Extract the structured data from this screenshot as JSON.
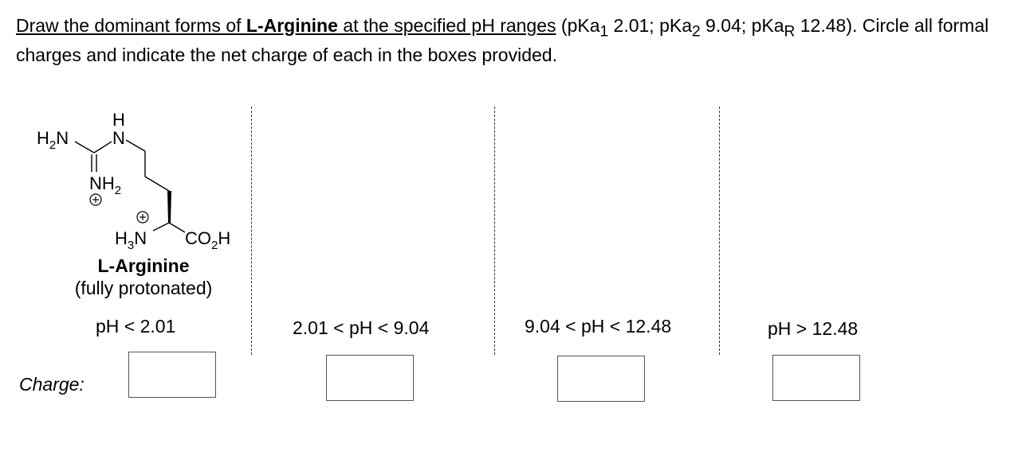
{
  "instructions": {
    "part1": "Draw the dominant forms of ",
    "part2": "L-Arginine",
    "part3": " at the specified pH ranges",
    "part4": " (pKa",
    "sub1": "1",
    "part5": " 2.01; pKa",
    "sub2": "2",
    "part6": " 9.04; pKa",
    "subR": "R",
    "part7": " 12.48). Circle all formal charges and indicate the net charge of each in the boxes provided."
  },
  "molecule": {
    "atom_h2n": "H",
    "atom_h2n_sub": "2",
    "atom_h2n_n": "N",
    "atom_h": "H",
    "atom_n": "N",
    "atom_nh2": "NH",
    "atom_nh2_sub": "2",
    "atom_h3n": "H",
    "atom_h3n_sub": "3",
    "atom_h3n_n": "N",
    "atom_co2h": "CO",
    "atom_co2h_sub": "2",
    "atom_co2h_h": "H",
    "plus": "+",
    "name": "L-Arginine",
    "state": "(fully protonated)"
  },
  "ph_ranges": [
    "pH < 2.01",
    "2.01 < pH < 9.04",
    "9.04 < pH < 12.48",
    "pH > 12.48"
  ],
  "charge_label": "Charge:"
}
